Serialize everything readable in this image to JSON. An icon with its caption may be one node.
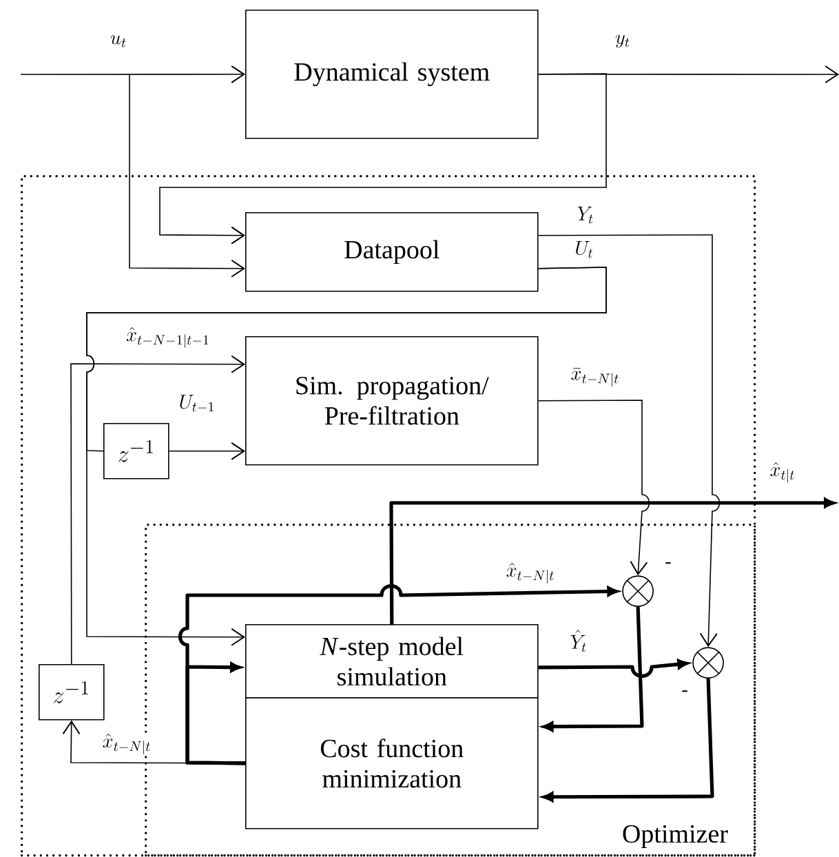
{
  "diagram": {
    "nodes": [
      {
        "text": [
          "Dynamical system"
        ]
      },
      {
        "text": [],
        "shape": "box"
      },
      {
        "text": [
          "Datapool"
        ],
        "in": 1
      },
      {
        "text": [
          "Sim. propagation/ Pre-filtration"
        ],
        "in": 1
      },
      {
        "text": [
          "z^{-1}"
        ],
        "in": 1
      },
      {
        "text": [
          "Optimizer"
        ],
        "in": 1
      },
      {
        "text": [
          "*N*-step model simulation"
        ],
        "in": 5
      },
      {
        "text": [
          "Cost function minimization"
        ],
        "in": 5
      },
      {
        "text": [
          "z^{-1}"
        ],
        "in": 1
      },
      {
        "text": [],
        "shape": "circle",
        "in": 5
      },
      {
        "text": [],
        "shape": "circle",
        "in": 5
      }
    ],
    "edges": [
      {
        "from": null,
        "to": 0,
        "arrow": "to",
        "label": "u_t"
      },
      {
        "from": 0,
        "to": null,
        "arrow": "to",
        "label": "y_t"
      },
      {
        "from": null,
        "to": 2,
        "arrow": "to"
      },
      {
        "from": 0,
        "to": 2,
        "arrow": "to"
      },
      {
        "from": 2,
        "to": 10,
        "arrow": "to",
        "label": "Y_t"
      },
      {
        "from": 2,
        "to": 6,
        "arrow": "to",
        "label": "U_t"
      },
      {
        "from": 2,
        "to": 4,
        "arrow": "none"
      },
      {
        "from": 4,
        "to": 3,
        "arrow": "to",
        "label": "U_{t-1}"
      },
      {
        "from": 8,
        "to": 3,
        "arrow": "to",
        "label": "\\hat{x}_{t-N-1|t-1}"
      },
      {
        "from": 3,
        "to": 9,
        "arrow": "to",
        "label": "\\bar{x}_{t-N|t}"
      },
      {
        "from": 6,
        "to": null,
        "arrow": "to",
        "label": "\\hat{x}_{t|t}",
        "style": "thick"
      },
      {
        "from": 7,
        "to": 9,
        "arrow": "to",
        "label": "\\hat{x}_{t-N|t}",
        "style": "thick"
      },
      {
        "from": 7,
        "to": 6,
        "arrow": "to",
        "style": "thick"
      },
      {
        "from": 7,
        "to": 8,
        "arrow": "to",
        "label": "\\hat{x}_{t-N|t}"
      },
      {
        "from": 6,
        "to": 10,
        "arrow": "to",
        "label": "\\hat{Y}_t",
        "style": "thick"
      },
      {
        "from": 9,
        "to": 7,
        "arrow": "to",
        "style": "thick"
      },
      {
        "from": 10,
        "to": 7,
        "arrow": "to",
        "style": "thick"
      }
    ],
    "labels": [
      "-",
      "-"
    ]
  }
}
